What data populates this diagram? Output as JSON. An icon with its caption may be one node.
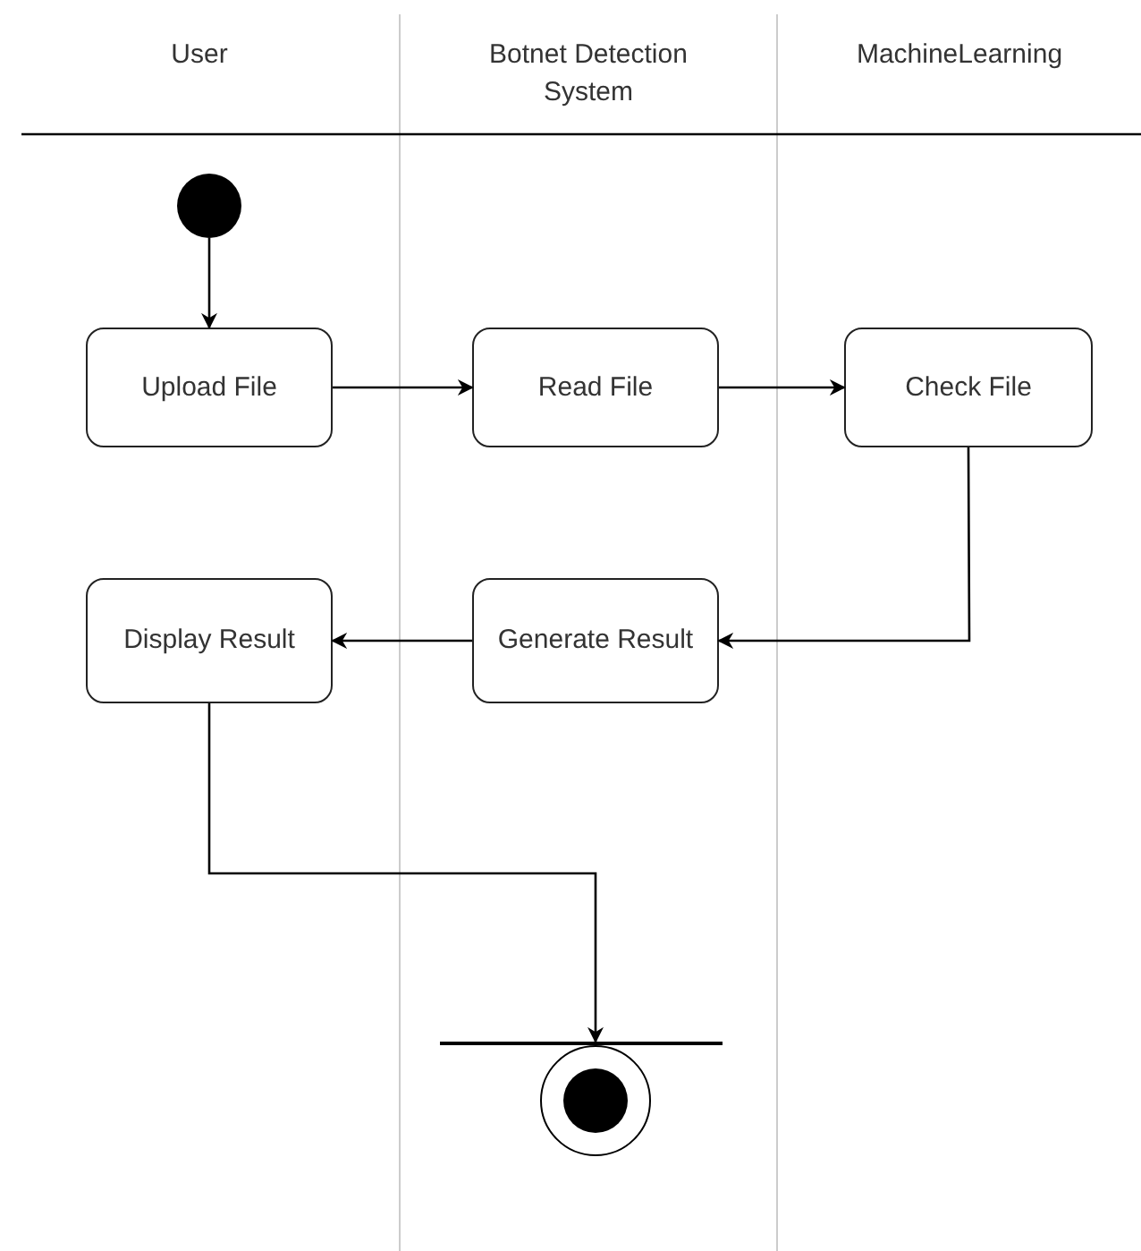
{
  "diagram": {
    "nodes": [
      {
        "text": [
          "User"
        ]
      },
      {
        "text": [
          "Botnet Detection System"
        ]
      },
      {
        "text": [
          "MachineLearning"
        ]
      },
      {
        "text": [],
        "shape": "circle",
        "in": 0
      },
      {
        "text": [
          "Upload File"
        ],
        "in": 0
      },
      {
        "text": [
          "Read File"
        ],
        "in": 1
      },
      {
        "text": [
          "Check File"
        ],
        "in": 2
      },
      {
        "text": [
          "Display Result"
        ],
        "in": 0
      },
      {
        "text": [
          "Generate Result"
        ],
        "in": 1
      },
      {
        "text": [],
        "shape": "bar",
        "in": 1
      },
      {
        "text": [],
        "shape": "circle",
        "in": 1
      }
    ],
    "edges": [
      {
        "from": 3,
        "to": 4,
        "arrow": "to"
      },
      {
        "from": 4,
        "to": 5,
        "arrow": "to"
      },
      {
        "from": 5,
        "to": 6,
        "arrow": "to"
      },
      {
        "from": 6,
        "to": 8,
        "arrow": "to"
      },
      {
        "from": 8,
        "to": 7,
        "arrow": "to"
      },
      {
        "from": 7,
        "to": 9,
        "arrow": "to"
      }
    ]
  }
}
